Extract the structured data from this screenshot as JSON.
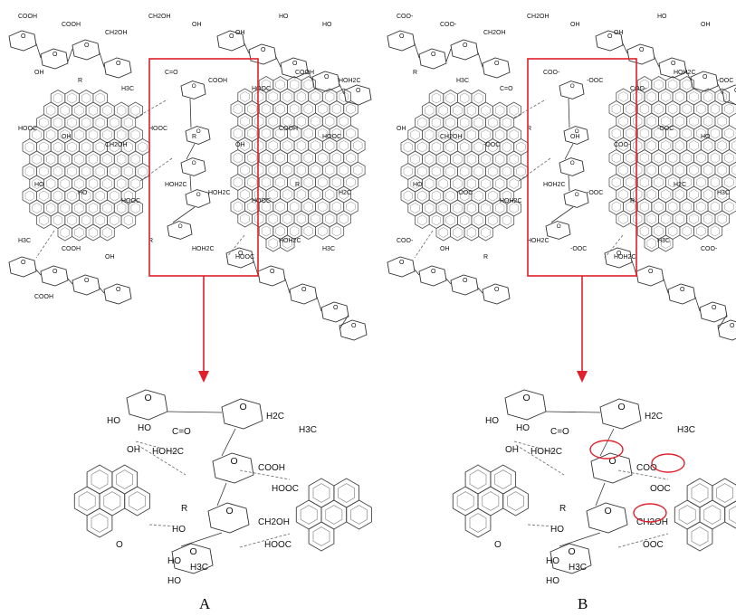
{
  "panels": [
    {
      "id": "A",
      "label": "A",
      "top_labels": [
        "COOH",
        "COOH",
        "CH2OH",
        "CH2OH",
        "OH",
        "OH",
        "HO",
        "HO",
        "OH",
        "R",
        "H3C",
        "C=O",
        "COOH",
        "HOOC",
        "COOH",
        "HOH2C",
        "HOOC",
        "OH",
        "CH2OH",
        "HOOC",
        "R",
        "OH",
        "COOH",
        "HOOC",
        "HO",
        "HO",
        "HOOC",
        "HOH2C",
        "HOH2C",
        "HOOC",
        "R",
        "H2C",
        "H3C",
        "COOH",
        "OH",
        "R",
        "HOH2C",
        "HOOC",
        "HOH2C",
        "H3C",
        "COOH"
      ],
      "zoom_labels": [
        "HO",
        "HO",
        "OH",
        "C=O",
        "HOH2C",
        "H2C",
        "H3C",
        "COOH",
        "HOOC",
        "R",
        "HO",
        "CH2OH",
        "HOOC",
        "HO",
        "HO",
        "H3C",
        "O"
      ]
    },
    {
      "id": "B",
      "label": "B",
      "top_labels": [
        "COO-",
        "COO-",
        "CH2OH",
        "CH2OH",
        "OH",
        "OH",
        "HO",
        "OH",
        "R",
        "H3C",
        "C=O",
        "COO-",
        "-OOC",
        "COO-",
        "HOH2C",
        "-OOC",
        "OH",
        "CH2OH",
        "-OOC",
        "R",
        "OH",
        "COO-",
        "-OOC",
        "HO",
        "HO",
        "-OOC",
        "HOH2C",
        "HOH2C",
        "-OOC",
        "R",
        "H2C",
        "H3C",
        "COO-",
        "OH",
        "R",
        "HOH2C",
        "-OOC",
        "HOH2C",
        "H3C",
        "COO-"
      ],
      "zoom_labels": [
        "HO",
        "HO",
        "OH",
        "C=O",
        "HOH2C",
        "H2C",
        "H3C",
        "COO",
        "OOC",
        "R",
        "HO",
        "CH2OH",
        "OOC",
        "HO",
        "HO",
        "H3C",
        "O"
      ]
    }
  ],
  "colors": {
    "highlight": "#e0202a",
    "line": "#555555",
    "text": "#111111"
  }
}
